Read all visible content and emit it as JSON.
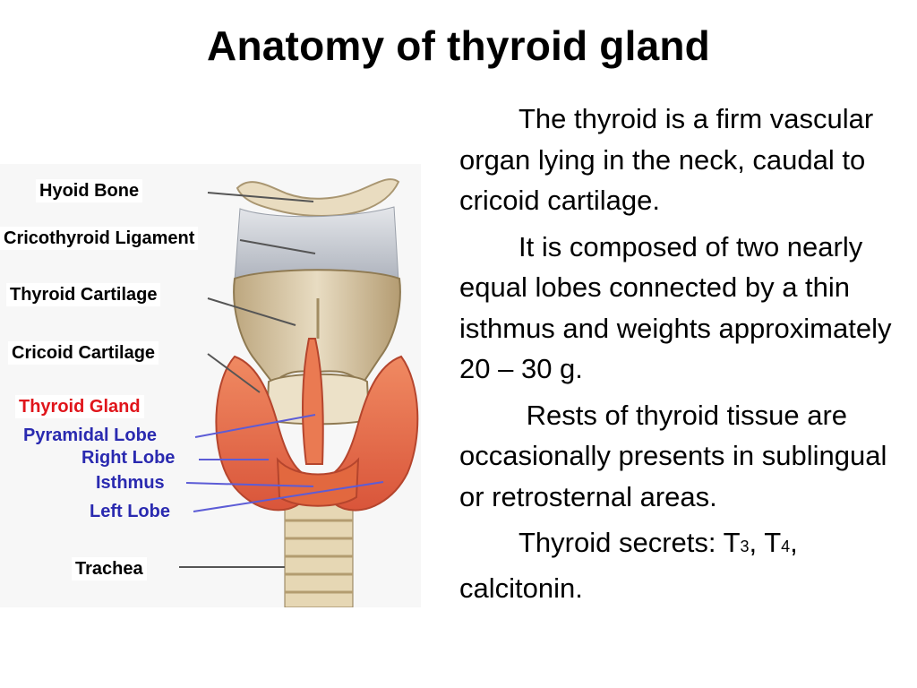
{
  "title": "Anatomy of thyroid gland",
  "labels": {
    "hyoid_bone": "Hyoid Bone",
    "cricothyroid_ligament": "Cricothyroid Ligament",
    "thyroid_cartilage": "Thyroid Cartilage",
    "cricoid_cartilage": "Cricoid Cartilage",
    "thyroid_gland": "Thyroid Gland",
    "pyramidal_lobe": "Pyramidal Lobe",
    "right_lobe": "Right Lobe",
    "isthmus": "Isthmus",
    "left_lobe": "Left Lobe",
    "trachea": "Trachea"
  },
  "paragraphs": {
    "p1": "The thyroid is a firm vascular organ lying in the neck, caudal to cricoid cartilage.",
    "p2": "It is composed of two nearly equal lobes connected by a thin isthmus and weights approximately 20 – 30 g.",
    "p3": " Rests of thyroid tissue are occasionally presents in sublingual or retrosternal areas.",
    "p4_prefix": "Thyroid secrets: T",
    "p4_sub1": "3",
    "p4_mid": ", T",
    "p4_sub2": "4",
    "p4_suffix": ", calcitonin."
  },
  "colors": {
    "thyroid_gland_label": "#e0151b",
    "lobe_labels": "#2a2ab0",
    "gland_tissue": "#e8744f",
    "cartilage": "#d9c7a8",
    "ligament": "#c9cdd6"
  }
}
